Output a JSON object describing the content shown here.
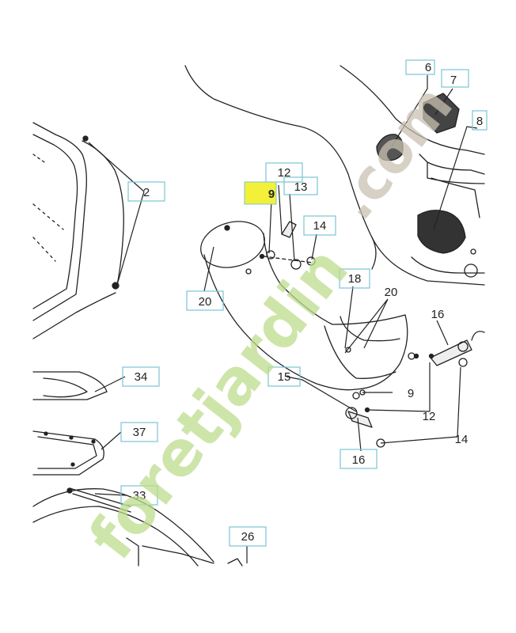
{
  "colors": {
    "line": "#222222",
    "box_stroke": "#7ac5d6",
    "highlight": "#f3f03a",
    "watermark_green": "#bddc8c",
    "watermark_gray": "#c9c0b2"
  },
  "watermark": {
    "part1": "foretjardin",
    "part2": ".com"
  },
  "callouts": [
    {
      "id": "c6",
      "text": "6"
    },
    {
      "id": "c7",
      "text": "7"
    },
    {
      "id": "c8",
      "text": "8"
    },
    {
      "id": "c2",
      "text": "2"
    },
    {
      "id": "c12a",
      "text": "12"
    },
    {
      "id": "c9a",
      "text": "9"
    },
    {
      "id": "c13",
      "text": "13"
    },
    {
      "id": "c14a",
      "text": "14"
    },
    {
      "id": "c20a",
      "text": "20"
    },
    {
      "id": "c18",
      "text": "18"
    },
    {
      "id": "c20b",
      "text": "20"
    },
    {
      "id": "c16a",
      "text": "16"
    },
    {
      "id": "c15",
      "text": "15"
    },
    {
      "id": "c9b",
      "text": "9"
    },
    {
      "id": "c12b",
      "text": "12"
    },
    {
      "id": "c14b",
      "text": "14"
    },
    {
      "id": "c16b",
      "text": "16"
    },
    {
      "id": "c34",
      "text": "34"
    },
    {
      "id": "c37",
      "text": "37"
    },
    {
      "id": "c33",
      "text": "33"
    },
    {
      "id": "c26",
      "text": "26"
    }
  ]
}
